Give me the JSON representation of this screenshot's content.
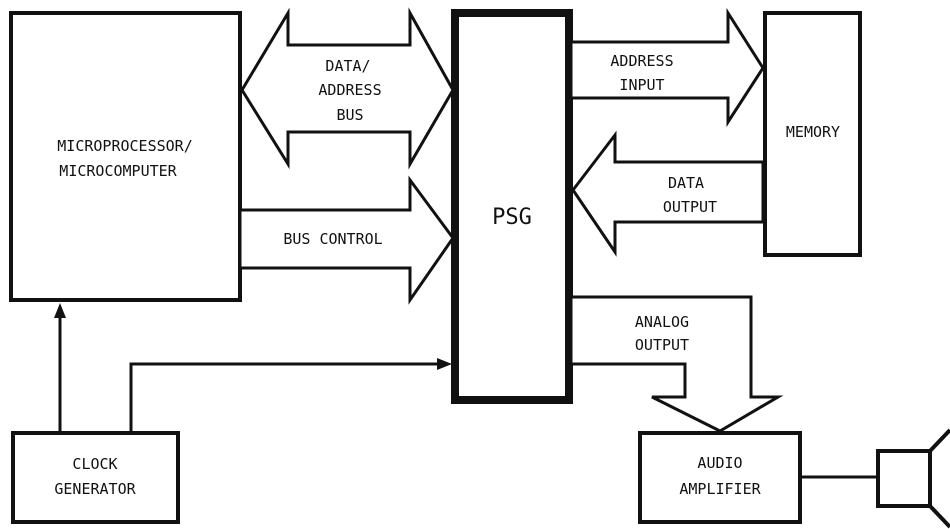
{
  "blocks": {
    "microprocessor": [
      "MICROPROCESSOR/",
      "MICROCOMPUTER"
    ],
    "psg": "PSG",
    "memory": "MEMORY",
    "clock": [
      "CLOCK",
      "GENERATOR"
    ],
    "amplifier": [
      "AUDIO",
      "AMPLIFIER"
    ]
  },
  "buses": {
    "data_address": [
      "DATA/",
      "ADDRESS",
      "BUS"
    ],
    "bus_control": "BUS CONTROL",
    "address_input": [
      "ADDRESS",
      "INPUT"
    ],
    "data_output": [
      "DATA",
      "OUTPUT"
    ],
    "analog_output": [
      "ANALOG",
      "OUTPUT"
    ]
  }
}
